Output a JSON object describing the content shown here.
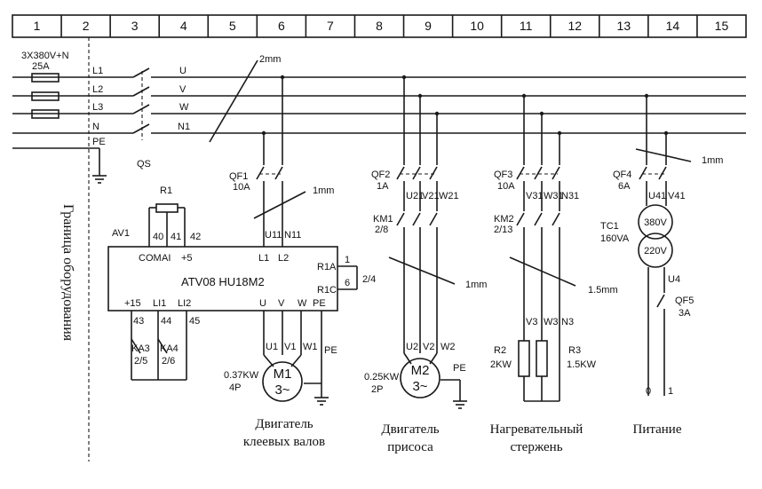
{
  "grid_numbers": [
    "1",
    "2",
    "3",
    "4",
    "5",
    "6",
    "7",
    "8",
    "9",
    "10",
    "11",
    "12",
    "13",
    "14",
    "15"
  ],
  "side_label": "Граница оборудования",
  "supply": {
    "rating": "3X380V+N",
    "fuse": "25A",
    "phases": [
      "L1",
      "L2",
      "L3",
      "N",
      "PE"
    ],
    "switch": "QS"
  },
  "bus": {
    "labels": [
      "U",
      "V",
      "W",
      "N1"
    ],
    "wire": "2mm"
  },
  "qf1": {
    "name": "QF1",
    "rating": "10A",
    "wire": "1mm",
    "outs": [
      "U11",
      "N11"
    ]
  },
  "r1": {
    "name": "R1",
    "pins": [
      "40",
      "41",
      "42"
    ]
  },
  "vfd": {
    "name": "AV1",
    "model": "ATV08  HU18M2",
    "top_pins": [
      "COM",
      "AI",
      "+5"
    ],
    "inputs": [
      "L1",
      "L2"
    ],
    "relay_pins": [
      "R1A",
      "R1C"
    ],
    "relay_refs": [
      "1",
      "6",
      "2/4"
    ],
    "bottom_pins": [
      "+15",
      "LI1",
      "LI2"
    ],
    "bottom_nums": [
      "43",
      "44",
      "45"
    ],
    "outputs": [
      "U",
      "V",
      "W",
      "PE"
    ]
  },
  "ka3": {
    "name": "KA3",
    "ref": "2/5"
  },
  "ka4": {
    "name": "KA4",
    "ref": "2/6"
  },
  "m1": {
    "name": "M1",
    "phase": "3~",
    "power": "0.37KW",
    "poles": "4P",
    "wires": [
      "U1",
      "V1",
      "W1",
      "PE"
    ]
  },
  "qf2": {
    "name": "QF2",
    "rating": "1A",
    "outs": [
      "U21",
      "V21",
      "W21"
    ]
  },
  "km1": {
    "name": "KM1",
    "ref": "2/8",
    "wire": "1mm"
  },
  "m2": {
    "name": "M2",
    "phase": "3~",
    "power": "0.25KW",
    "poles": "2P",
    "wires": [
      "U2",
      "V2",
      "W2",
      "PE"
    ]
  },
  "qf3": {
    "name": "QF3",
    "rating": "10A",
    "outs": [
      "V31",
      "W31",
      "N31"
    ]
  },
  "km2": {
    "name": "KM2",
    "ref": "2/13",
    "wire": "1.5mm"
  },
  "heaters": {
    "wires": [
      "V3",
      "W3",
      "N3"
    ],
    "r2": "R2",
    "r2_power": "2KW",
    "r3": "R3",
    "r3_power": "1.5KW"
  },
  "qf4": {
    "name": "QF4",
    "rating": "6A",
    "outs": [
      "U41",
      "V41"
    ],
    "wire": "1mm"
  },
  "tc1": {
    "name": "TC1",
    "rating": "160VA",
    "primary": "380V",
    "secondary": "220V",
    "out": "U4"
  },
  "qf5": {
    "name": "QF5",
    "rating": "3A",
    "terminals": [
      "0",
      "1"
    ]
  },
  "captions": {
    "c1_line1": "Двигатель",
    "c1_line2": "клеевых валов",
    "c2_line1": "Двигатель",
    "c2_line2": "присоса",
    "c3_line1": "Нагревательный",
    "c3_line2": "стержень",
    "c4_line1": "Питание"
  }
}
